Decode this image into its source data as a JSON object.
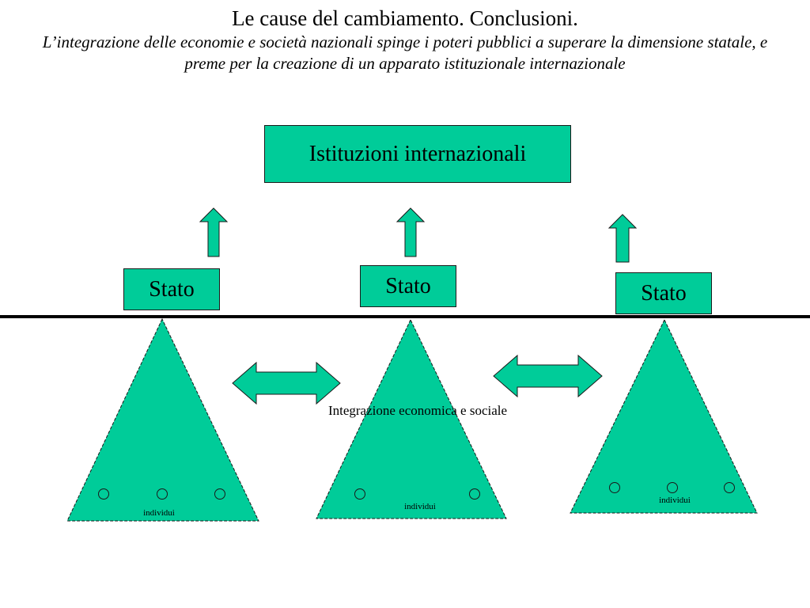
{
  "header": {
    "title": "Le cause del cambiamento. Conclusioni.",
    "subtitle": "L’integrazione delle economie e società nazionali spinge i poteri pubblici a superare la dimensione statale, e preme per la creazione di un apparato istituzionale internazionale"
  },
  "diagram": {
    "top_box": "Istituzioni internazionali",
    "states": [
      "Stato",
      "Stato",
      "Stato"
    ],
    "pyramid_label": "individui",
    "integration_label": "Integrazione economica e sociale"
  },
  "colors": {
    "fill": "#00cc99",
    "stroke": "#1a1a1a"
  }
}
